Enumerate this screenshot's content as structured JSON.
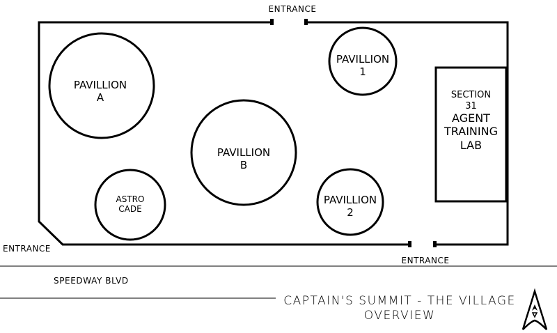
{
  "map": {
    "entrances": {
      "top": "ENTRANCE",
      "left": "ENTRANCE",
      "bottom": "ENTRANCE"
    },
    "pavilions": {
      "a": {
        "line1": "PAVILLION",
        "line2": "A"
      },
      "b": {
        "line1": "PAVILLION",
        "line2": "B"
      },
      "p1": {
        "line1": "PAVILLION",
        "line2": "1"
      },
      "p2": {
        "line1": "PAVILLION",
        "line2": "2"
      }
    },
    "astrocade": {
      "line1": "ASTRO",
      "line2": "CADE"
    },
    "section31": {
      "line1": "SECTION",
      "line2": "31",
      "line3": "AGENT",
      "line4": "TRAINING",
      "line5": "LAB"
    },
    "street": "SPEEDWAY BLVD"
  },
  "title": {
    "line1": "CAPTAIN'S SUMMIT - THE VILLAGE",
    "line2": "OVERVIEW"
  },
  "logo": {
    "icon": "starfleet-delta-icon"
  }
}
